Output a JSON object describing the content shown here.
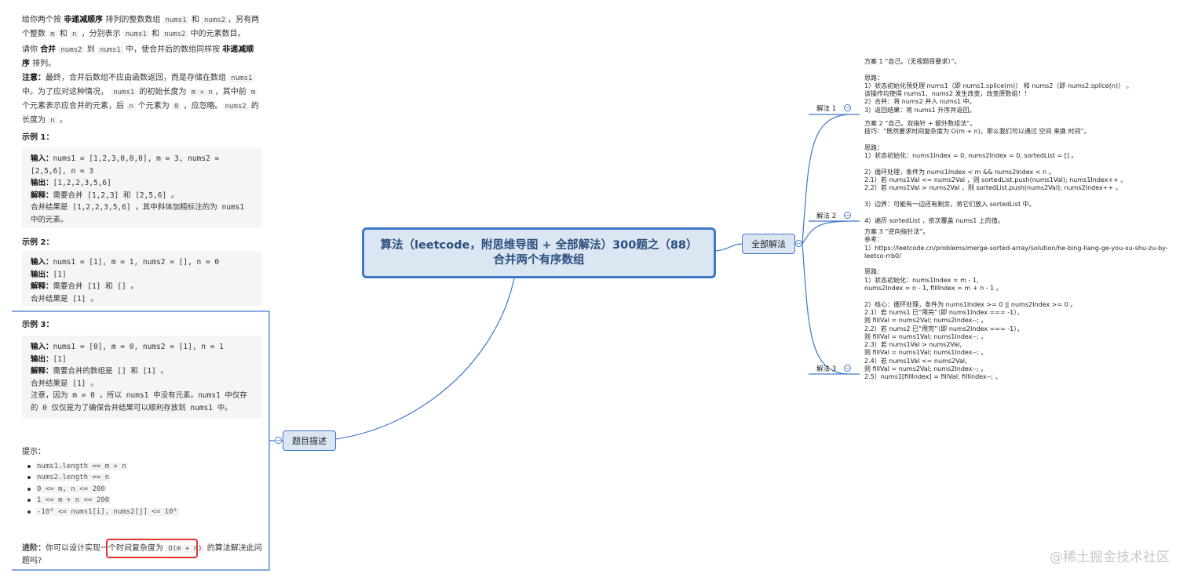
{
  "root": {
    "title_line1": "算法（leetcode，附思维导图 + 全部解法）300题之（88）",
    "title_line2": "合并两个有序数组"
  },
  "topics": {
    "all_solutions": "全部解法",
    "problem_desc": "题目描述"
  },
  "description": {
    "p1_a": "给你两个按 ",
    "p1_bold": "非递减顺序",
    "p1_b": " 排列的整数数组 ",
    "p1_code1": "nums1",
    "p1_c": " 和 ",
    "p1_code2": "nums2",
    "p1_d": "，另有两个整数 ",
    "p1_code3": "m",
    "p1_e": " 和 ",
    "p1_code4": "n",
    "p1_f": " ，分别表示 ",
    "p1_code5": "nums1",
    "p1_g": " 和 ",
    "p1_code6": "nums2",
    "p1_h": " 中的元素数目。",
    "p2_a": "请你 ",
    "p2_bold1": "合并",
    "p2_code1": "nums2",
    "p2_b": " 到 ",
    "p2_code2": "nums1",
    "p2_c": " 中，使合并后的数组同样按 ",
    "p2_bold2": "非递减顺序",
    "p2_d": " 排列。",
    "p3_bold": "注意：",
    "p3_a": "最终，合并后数组不应由函数返回，而是存储在数组 ",
    "p3_code1": "nums1",
    "p3_b": " 中。为了应对这种情况， ",
    "p3_code2": "nums1",
    "p3_c": " 的初始长度为 ",
    "p3_code3": "m + n",
    "p3_d": "，其中前 ",
    "p3_code4": "m",
    "p3_e": " 个元素表示应合并的元素，后 ",
    "p3_code5": "n",
    "p3_f": " 个元素为 ",
    "p3_code6": "0",
    "p3_g": " ，应忽略。",
    "p3_code7": "nums2",
    "p3_h": " 的长度为 ",
    "p3_code8": "n",
    "p3_i": " 。"
  },
  "examples": [
    {
      "heading": "示例 1：",
      "lines": [
        {
          "label": "输入：",
          "text": "nums1 = [1,2,3,0,0,0], m = 3, nums2 = [2,5,6], n = 3"
        },
        {
          "label": "输出：",
          "text": "[1,2,2,3,5,6]"
        },
        {
          "label": "解释：",
          "text": "需要合并 [1,2,3] 和 [2,5,6] 。"
        },
        {
          "label": "",
          "text": "合并结果是 [1,2,2,3,5,6] ，其中斜体加粗标注的为 nums1 中的元素。"
        }
      ]
    },
    {
      "heading": "示例 2：",
      "lines": [
        {
          "label": "输入：",
          "text": "nums1 = [1], m = 1, nums2 = [], n = 0"
        },
        {
          "label": "输出：",
          "text": "[1]"
        },
        {
          "label": "解释：",
          "text": "需要合并 [1] 和 [] 。"
        },
        {
          "label": "",
          "text": "合并结果是 [1] 。"
        }
      ]
    },
    {
      "heading": "示例 3：",
      "lines": [
        {
          "label": "输入：",
          "text": "nums1 = [0], m = 0, nums2 = [1], n = 1"
        },
        {
          "label": "输出：",
          "text": "[1]"
        },
        {
          "label": "解释：",
          "text": "需要合并的数组是 [] 和 [1] 。"
        },
        {
          "label": "",
          "text": "合并结果是 [1] 。"
        },
        {
          "label": "",
          "text": "注意，因为 m = 0 ，所以 nums1 中没有元素。nums1 中仅存的 0 仅仅是为了确保合并结果可以顺利存放到 nums1 中。"
        }
      ]
    }
  ],
  "hints_heading": "提示：",
  "hints": [
    "nums1.length == m + n",
    "nums2.length == n",
    "0 <= m, n <= 200",
    "1 <= m + n <= 200",
    "-10⁹ <= nums1[i], nums2[j] <= 10⁹"
  ],
  "advance": {
    "bold": "进阶：",
    "a": "你可以设计实现一个时间复杂度为 ",
    "code": "O(m + n)",
    "b": " 的算法解决此问题吗?"
  },
  "methods": [
    "解法 1",
    "解法 2",
    "解法 3"
  ],
  "solutions": [
    [
      "方案 1 “自己。（无视题目要求）”。",
      "",
      "思路：",
      "1）状态初始化预处理 nums1（即 nums1.splice(m)） 和 nums2（即 nums2.splice(n)） 。",
      "该操作均使得 nums1、nums2 发生改变，改变原数组！！",
      "2）合并：将 nums2 并入 nums1 中。",
      "3）返回结果：将 nums1 升序并返回。"
    ],
    [
      "方案 2 “自己。双指针 + 额外数组法”。",
      "技巧：“既然要求时间复杂度为 O(m + n)，那么我们可以通过 空间 来换 时间”。",
      "",
      "思路：",
      "1）状态初始化：nums1Index = 0, nums2Index = 0, sortedList = [] 。",
      "",
      "2）循环处理，条件为 nums1Index < m && nums2Index < n 。",
      "2.1）若 nums1Val <= nums2Val ，则 sortedList.push(nums1Val); nums1Index++ 。",
      "2.2）若 nums1Val > nums2Val ，则 sortedList.push(nums2Val); nums2Index++ 。",
      "",
      "3）边界：可能有一边还有剩余，将它们放入 sortedList 中。",
      "",
      "4）遍历 sortedList ，依次覆盖 nums1 上的值。"
    ],
    [
      "方案 3 “逆向指针法”。",
      "参考：",
      "1）https://leetcode.cn/problems/merge-sorted-array/solution/he-bing-liang-ge-you-xu-shu-zu-by-",
      "leetco-rrb0/",
      "",
      "思路：",
      "1）状态初始化：nums1Index = m - 1,",
      "nums2Index = n - 1, fillIndex = m + n - 1 。",
      "",
      "2）核心：循环处理，条件为 nums1Index >= 0 || nums2Index >= 0 。",
      "2.1）若 nums1 已“用完”（即 nums1Index === -1），",
      "则 fillVal = nums2Val; nums2Index--; 。",
      "2.2）若 nums2 已“用完”（即 nums2Index === -1），",
      "则 fillVal = nums1Val; nums1Index--; 。",
      "2.3）若 nums1Val > nums2Val,",
      "则 fillVal = nums1Val; nums1Index--; 。",
      "2.4）若 nums1Val <= nums2Val,",
      "则 fillVal = nums2Val; nums2Index--; 。",
      "2.5）nums1[fillIndex] = fillVal; fillIndex--; 。"
    ]
  ],
  "watermark": "@稀土掘金技术社区",
  "colors": {
    "accent": "#3e78c8",
    "node_fill": "#dce6f3",
    "highlight": "#e03333"
  }
}
